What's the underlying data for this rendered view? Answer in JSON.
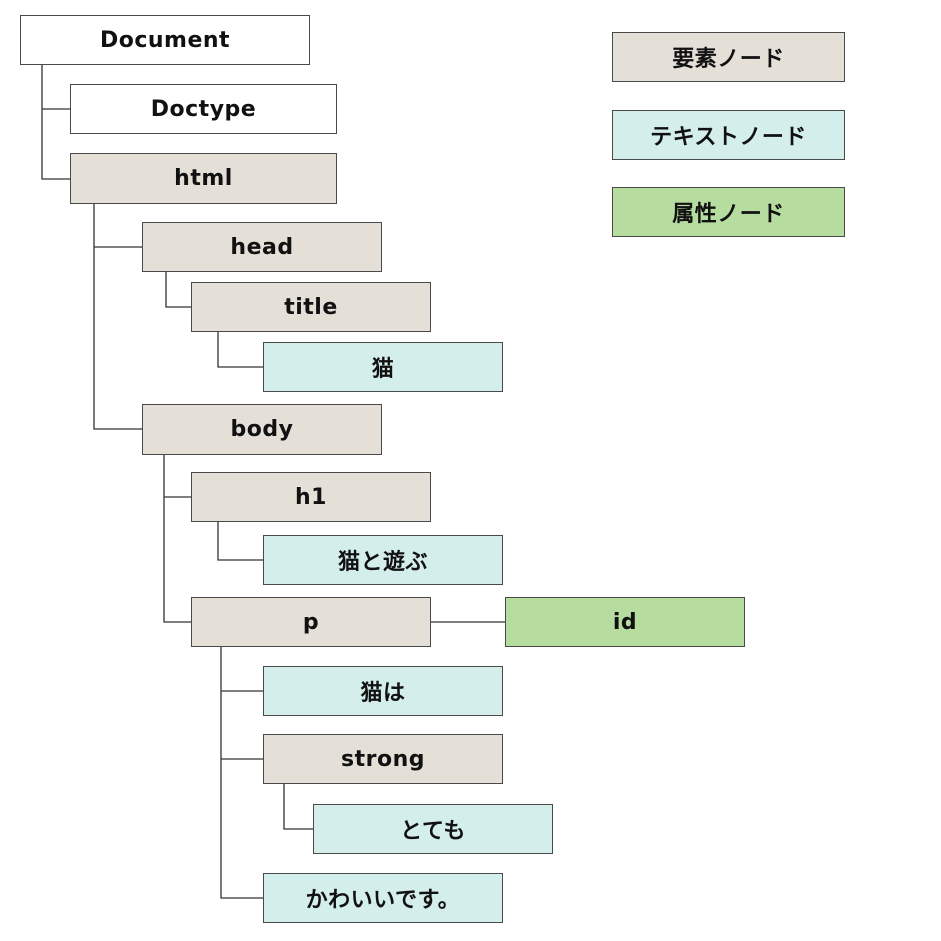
{
  "nodes": {
    "document": "Document",
    "doctype": "Doctype",
    "html": "html",
    "head": "head",
    "title": "title",
    "title_text": "猫",
    "body": "body",
    "h1": "h1",
    "h1_text": "猫と遊ぶ",
    "p": "p",
    "p_attr": "id",
    "p_text1": "猫は",
    "strong": "strong",
    "strong_text": "とても",
    "p_text2": "かわいいです。"
  },
  "legend": {
    "element": "要素ノード",
    "text": "テキストノード",
    "attribute": "属性ノード"
  },
  "colors": {
    "document": "#ffffff",
    "element": "#e4e0d8",
    "text": "#d3eeeb",
    "attribute": "#b6dca0",
    "line": "#333333"
  }
}
